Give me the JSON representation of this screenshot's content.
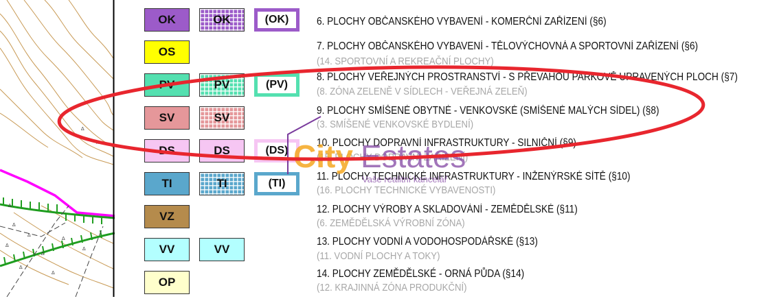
{
  "legend": [
    {
      "codes": [
        "OK",
        "OK",
        "(OK)"
      ],
      "color": "#9c5bc9",
      "variants": [
        "solid",
        "grid",
        "frame"
      ],
      "title": "6. PLOCHY OBČANSKÉHO VYBAVENÍ - KOMERČNÍ ZAŘÍZENÍ (§6)",
      "subtitle": ""
    },
    {
      "codes": [
        "OS"
      ],
      "color": "#ffff00",
      "variants": [
        "solid"
      ],
      "title": "7. PLOCHY OBČANSKÉHO VYBAVENÍ - TĚLOVÝCHOVNÁ A SPORTOVNÍ ZAŘÍZENÍ (§6)",
      "subtitle": "(14. SPORTOVNÍ A REKREAČNÍ PLOCHY)"
    },
    {
      "codes": [
        "PV",
        "PV",
        "(PV)"
      ],
      "color": "#54e0b0",
      "variants": [
        "solid",
        "grid",
        "frame"
      ],
      "title": "8. PLOCHY VEŘEJNÝCH PROSTRANSTVÍ - S PŘEVAHOU PARKOVĚ UPRAVENÝCH PLOCH (§7)",
      "subtitle": "(8. ZÓNA ZELENĚ V SÍDLECH - VEŘEJNÁ ZELEŇ)"
    },
    {
      "codes": [
        "SV",
        "SV"
      ],
      "color": "#e5979a",
      "variants": [
        "solid",
        "grid"
      ],
      "title": "9. PLOCHY SMÍŠENÉ OBYTNÉ - VENKOVSKÉ (SMÍŠENÉ MALÝCH SÍDEL) (§8)",
      "subtitle": "(3. SMÍŠENÉ VENKOVSKÉ BYDLENÍ)"
    },
    {
      "codes": [
        "DS",
        "DS",
        "(DS)"
      ],
      "color": "#f6c6f3",
      "variants": [
        "solid",
        "solid",
        "frame"
      ],
      "title": "10. PLOCHY DOPRAVNÍ INFRASTRUKTURY - SILNIČNÍ (§9)",
      "subtitle": "(15. PLOCHY DOPRAVNÍ ZAŘÍZENÍ)"
    },
    {
      "codes": [
        "TI",
        "TI",
        "(TI)"
      ],
      "color": "#5aa7cc",
      "variants": [
        "solid",
        "grid",
        "frame"
      ],
      "title": "11. PLOCHY TECHNICKÉ INFRASTRUKTURY - INŽENÝRSKÉ SÍTĚ (§10)",
      "subtitle": "(16. PLOCHY TECHNICKÉ VYBAVENOSTI)"
    },
    {
      "codes": [
        "VZ"
      ],
      "color": "#b58b4c",
      "variants": [
        "solid"
      ],
      "title": "12. PLOCHY VÝROBY A SKLADOVÁNÍ - ZEMĚDĚLSKÉ (§11)",
      "subtitle": "(6. ZEMĚDĚLSKÁ VÝROBNÍ ZÓNA)"
    },
    {
      "codes": [
        "VV",
        "VV"
      ],
      "color": "#b3ffff",
      "variants": [
        "solid",
        "solid"
      ],
      "title": "13. PLOCHY VODNÍ A VODOHOSPODÁŘSKÉ (§13)",
      "subtitle": "(11. VODNÍ PLOCHY A TOKY)"
    },
    {
      "codes": [
        "OP"
      ],
      "color": "#ffffcc",
      "variants": [
        "solid"
      ],
      "title": "14. PLOCHY ZEMĚDĚLSKÉ - ORNÁ PŮDA (§14)",
      "subtitle": "(12. KRAJINNÁ ZÓNA PRODUKČNÍ)"
    }
  ],
  "watermark": {
    "brand_a": "City",
    "brand_b": "Estates",
    "tagline": "Vaše realitní kancelář"
  },
  "colors": {
    "highlight_ellipse": "#e8262e",
    "map_boundary": "#ff00ff",
    "map_border_line": "#1f9d1f",
    "map_contours": "#c89a55"
  }
}
